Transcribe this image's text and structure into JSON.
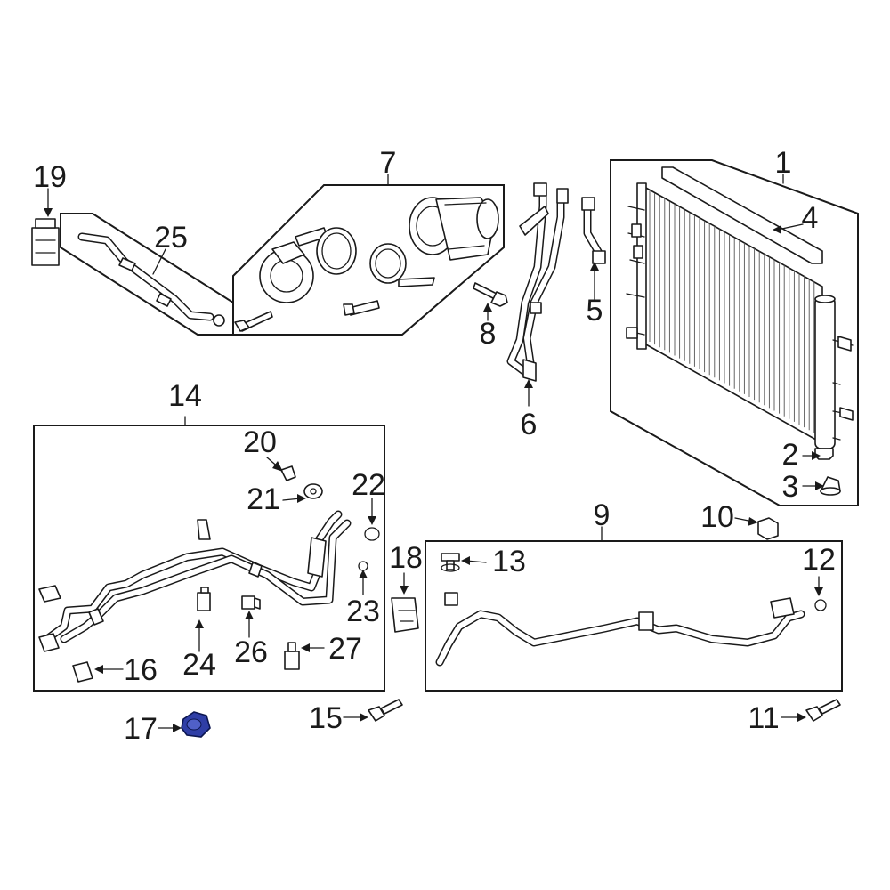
{
  "diagram": {
    "callouts": [
      {
        "id": "c1",
        "label": "1"
      },
      {
        "id": "c2",
        "label": "2"
      },
      {
        "id": "c3",
        "label": "3"
      },
      {
        "id": "c4",
        "label": "4"
      },
      {
        "id": "c5",
        "label": "5"
      },
      {
        "id": "c6",
        "label": "6"
      },
      {
        "id": "c7",
        "label": "7"
      },
      {
        "id": "c8",
        "label": "8"
      },
      {
        "id": "c9",
        "label": "9"
      },
      {
        "id": "c10",
        "label": "10"
      },
      {
        "id": "c11",
        "label": "11"
      },
      {
        "id": "c12",
        "label": "12"
      },
      {
        "id": "c13",
        "label": "13"
      },
      {
        "id": "c14",
        "label": "14"
      },
      {
        "id": "c15",
        "label": "15"
      },
      {
        "id": "c16",
        "label": "16"
      },
      {
        "id": "c17",
        "label": "17"
      },
      {
        "id": "c18",
        "label": "18"
      },
      {
        "id": "c19",
        "label": "19"
      },
      {
        "id": "c20",
        "label": "20"
      },
      {
        "id": "c21",
        "label": "21"
      },
      {
        "id": "c22",
        "label": "22"
      },
      {
        "id": "c23",
        "label": "23"
      },
      {
        "id": "c24",
        "label": "24"
      },
      {
        "id": "c25",
        "label": "25"
      },
      {
        "id": "c26",
        "label": "26"
      },
      {
        "id": "c27",
        "label": "27"
      }
    ],
    "highlighted_part": "17",
    "highlight_color": "#2f3ea6",
    "line_color": "#1a1a1a",
    "background_color": "#ffffff"
  }
}
